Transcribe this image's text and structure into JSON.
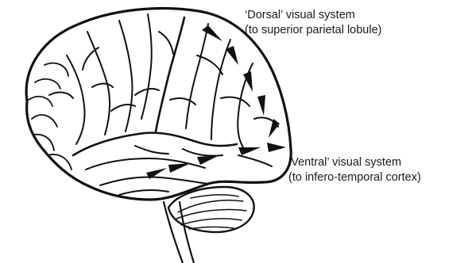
{
  "labels": {
    "dorsal_line1": "‘Dorsal’ visual system",
    "dorsal_line2": "(to superior parietal lobule)",
    "ventral_line1": "‘Ventral’ visual system",
    "ventral_line2": "(to infero-temporal cortex)"
  },
  "colors": {
    "ink": "#111111",
    "background": "#ffffff"
  }
}
